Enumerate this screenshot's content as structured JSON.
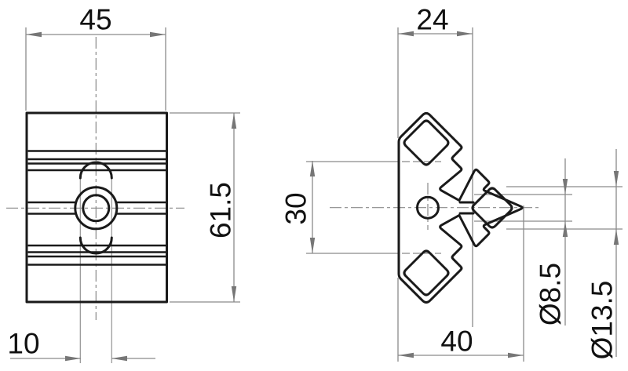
{
  "drawing": {
    "type": "technical-drawing",
    "views": {
      "front_view": "plate with grooves, counterbored hole and vertical slot",
      "side_view": "45-degree T-slot profile cross-section"
    },
    "dimensions": {
      "front_width": "45",
      "front_height": "61.5",
      "front_slot_width": "10",
      "side_top_width": "24",
      "side_slot_length": "30",
      "side_bottom_width": "40",
      "hole_small_diameter": "Ø8.5",
      "hole_large_diameter": "Ø13.5"
    },
    "colors": {
      "part_line": "#1a1a1a",
      "dimension_line": "#8a8a8a",
      "arrowhead": "#767676",
      "text": "#111111",
      "background": "#ffffff"
    }
  }
}
